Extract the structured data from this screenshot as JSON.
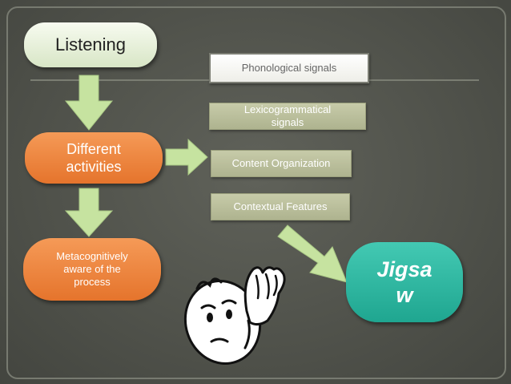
{
  "nodes": {
    "listening": "Listening",
    "different_line1": "Different",
    "different_line2": "activities",
    "meta_line1": "Metacognitively",
    "meta_line2": "aware of the",
    "meta_line3": "process",
    "jigsaw_line1": "Jigsa",
    "jigsaw_line2": "w"
  },
  "signals": {
    "phonological": "Phonological signals",
    "lexico_line1": "Lexicogrammatical",
    "lexico_line2": "signals",
    "content": "Content Organization",
    "contextual": "Contextual Features"
  },
  "colors": {
    "arrow": "#c6e3a0",
    "orange": "#ee8640",
    "teal": "#2bb8a0",
    "signal_box": "#b8bd99"
  },
  "icons": {
    "listener": "cartoon-face-hand-to-ear-icon"
  }
}
